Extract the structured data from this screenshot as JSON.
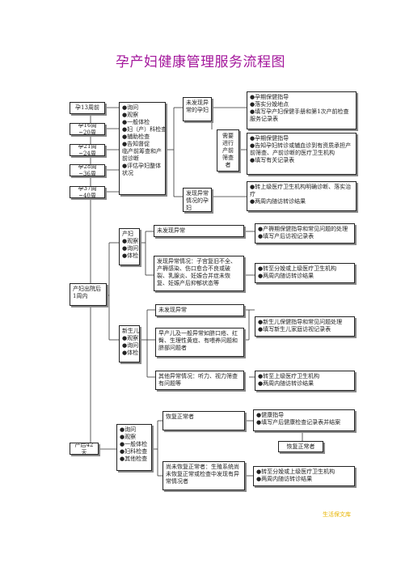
{
  "title": "孕产妇健康管理服务流程图",
  "weeks": [
    "孕13周前",
    "孕16周~20周",
    "孕21周~24周",
    "孕28周~36周",
    "孕37周~40周"
  ],
  "prenatal_items": [
    "●询问",
    "●观察",
    "●一般体检",
    "●妇（产）科检查",
    "●辅助检查",
    "●告知督促",
    "临产前筹查和产前诊断",
    "●评估孕妇整体状况"
  ],
  "prenatal_abnormal_not": "未发现异常的孕妇",
  "prenatal_abnormal_yes": "发现异常情况的孕妇",
  "needs_followup": "需要进行产前筛查者",
  "prenatal_guidance": [
    "●孕期保健指导",
    "●落实分娩地点",
    "●填写孕产妇保健手册和第1次产前检查服务记录表"
  ],
  "prenatal_guidance2": [
    "●孕期保健指导",
    "●告知孕妇转诊或辅血诊到有资质承担产前筛查、产前诊断的医疗卫生机构",
    "●填写有关记录表"
  ],
  "prenatal_referral": [
    "●转上级医疗卫生机构明确诊断、落实治疗",
    "●两周内随访转诊结果"
  ],
  "postpartum_home": "产妇出院后1周内",
  "mother_items": [
    "产妇",
    "●观察",
    "●询问",
    "●体检"
  ],
  "mother_normal": "未发现异常",
  "mother_normal_actions": [
    "●产褥期保健指导和常见问题的处理",
    "●填写产后访视记录表"
  ],
  "mother_abnormal": "发现异常情况：子宫复旧不全、产褥感染、伤口愈合不良或破裂、乳腺炎、妊娠合并症未恢复、妊娠产后抑郁状态等",
  "mother_abnormal_actions": [
    "●转至分娩或上级医疗卫生机构",
    "●两周内随访转诊结果"
  ],
  "newborn_items": [
    "新生儿",
    "●观察",
    "●询问",
    "●体检"
  ],
  "newborn_normal": "未发现异常",
  "newborn_normal_actions": [
    "●新生儿保健指导和常见问题处理",
    "●填写新生儿家庭访视记录表"
  ],
  "newborn_abnormal": "早产儿及一般异常如脐口疮、红臀、生理性黄疸、有喂养问题和脐部问题者",
  "newborn_other": "其他异常情况：听力、视力筛查有问题等",
  "newborn_other_actions": [
    "●转至上级医疗卫生机构",
    "●两周内随访转诊结果"
  ],
  "postpartum_42": "产后42天",
  "day42_items": [
    "●询问",
    "●观察",
    "●一般体检",
    "●妇科检查",
    "●其他检查"
  ],
  "recovered": "恢复正常者",
  "recovered_actions": [
    "●健康指导",
    "●填写产后健康检查记录表并结案"
  ],
  "recover_normal": "恢复正常者",
  "not_recovered": "尚未恢复正常者：生殖系统尚未恢复正常或检查中发现有异常情况者",
  "not_recovered_actions": [
    "●转至分娩或上级医疗卫生机构",
    "●两周内随访转诊结果"
  ],
  "watermark": "生活保文库"
}
